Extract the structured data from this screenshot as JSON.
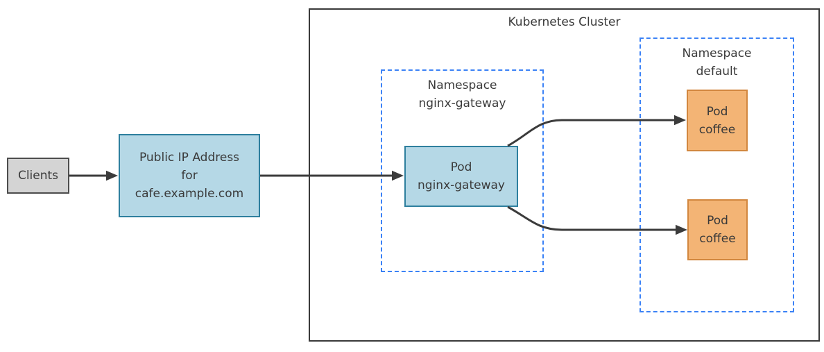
{
  "diagram": {
    "cluster_title": "Kubernetes Cluster",
    "nodes": {
      "clients": {
        "label": "Clients"
      },
      "public_ip": {
        "label": "Public IP Address\nfor\ncafe.example.com"
      },
      "namespace_nginx_gateway": {
        "label": "Namespace\nnginx-gateway"
      },
      "pod_nginx_gateway": {
        "label": "Pod\nnginx-gateway"
      },
      "namespace_default": {
        "label": "Namespace\ndefault"
      },
      "pod_coffee_top": {
        "label": "Pod\ncoffee"
      },
      "pod_coffee_bottom": {
        "label": "Pod\ncoffee"
      }
    },
    "colors": {
      "blue_node_fill": "#b5d8e6",
      "blue_node_border": "#2e7f9e",
      "orange_node_fill": "#f3b475",
      "orange_node_border": "#d2873f",
      "gray_node_fill": "#d4d4d4",
      "gray_node_border": "#4d4d4d",
      "namespace_border": "#3b82f6",
      "cluster_border": "#3a3a3a",
      "arrow": "#3b3b3b",
      "text": "#3a3a3a"
    }
  }
}
